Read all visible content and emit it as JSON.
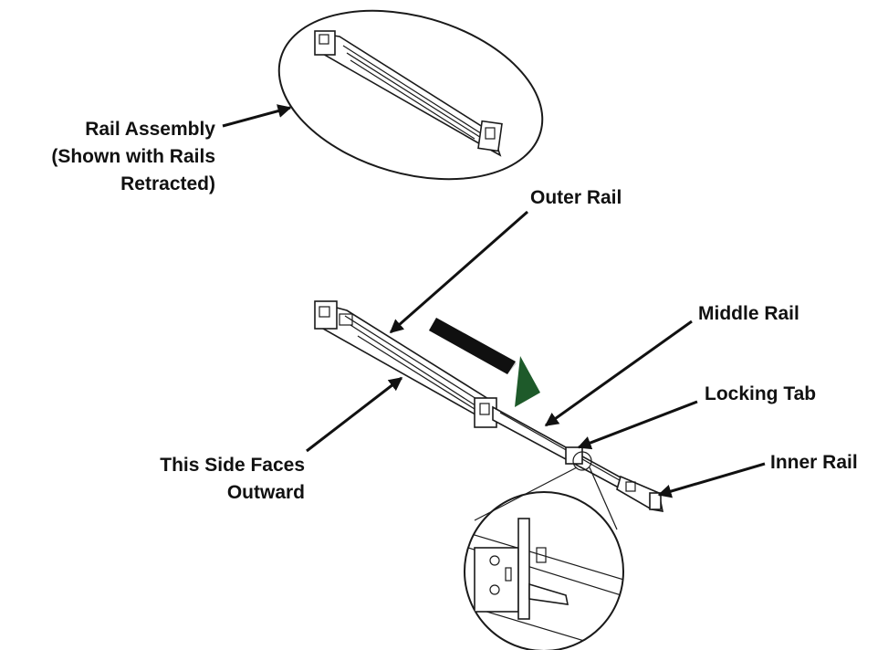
{
  "labels": {
    "rail_assembly": [
      "Rail Assembly",
      "(Shown with Rails",
      "Retracted)"
    ],
    "outer_rail": "Outer Rail",
    "middle_rail": "Middle Rail",
    "locking_tab": "Locking Tab",
    "inner_rail": "Inner Rail",
    "side_faces": [
      "This Side Faces",
      "Outward"
    ]
  },
  "colors": {
    "arrow_dark": "#111111",
    "arrow_tip": "#1e5a2a",
    "line": "#1a1a1a"
  }
}
